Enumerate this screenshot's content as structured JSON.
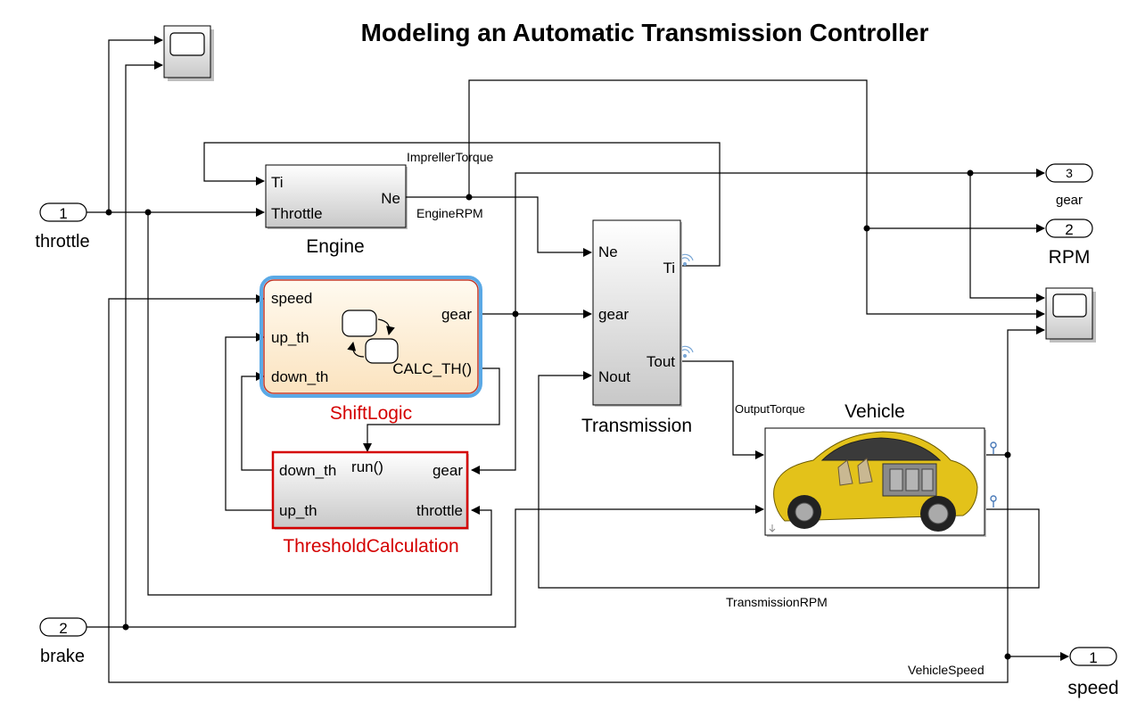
{
  "title": "Modeling an Automatic Transmission Controller",
  "inports": [
    {
      "number": "1",
      "name": "throttle"
    },
    {
      "number": "2",
      "name": "brake"
    }
  ],
  "outports": [
    {
      "number": "3",
      "name": "gear"
    },
    {
      "number": "2",
      "name": "RPM"
    },
    {
      "number": "1",
      "name": "speed"
    }
  ],
  "engine": {
    "name": "Engine",
    "inputs": [
      "Ti",
      "Throttle"
    ],
    "outputs": [
      "Ne"
    ]
  },
  "transmission": {
    "name": "Transmission",
    "inputs": [
      "Ne",
      "gear",
      "Nout"
    ],
    "outputs": [
      "Ti",
      "Tout"
    ]
  },
  "shift_logic": {
    "name": "ShiftLogic",
    "inputs": [
      "speed",
      "up_th",
      "down_th"
    ],
    "outputs": [
      "gear"
    ],
    "function_call": "CALC_TH()"
  },
  "threshold_calculation": {
    "name": "ThresholdCalculation",
    "trigger": "run()",
    "inputs": [
      "gear",
      "throttle"
    ],
    "outputs": [
      "down_th",
      "up_th"
    ]
  },
  "vehicle": {
    "name": "Vehicle"
  },
  "signals": {
    "impeller_torque": "ImprellerTorque",
    "engine_rpm": "EngineRPM",
    "output_torque": "OutputTorque",
    "transmission_rpm": "TransmissionRPM",
    "vehicle_speed": "VehicleSpeed"
  },
  "colors": {
    "stateflow_border": "#5aa9e6",
    "stateflow_fill": "#fdf1dc",
    "highlight_red": "#d40000",
    "block_gradient_top": "#ffffff",
    "block_gradient_bottom": "#cccccc"
  }
}
